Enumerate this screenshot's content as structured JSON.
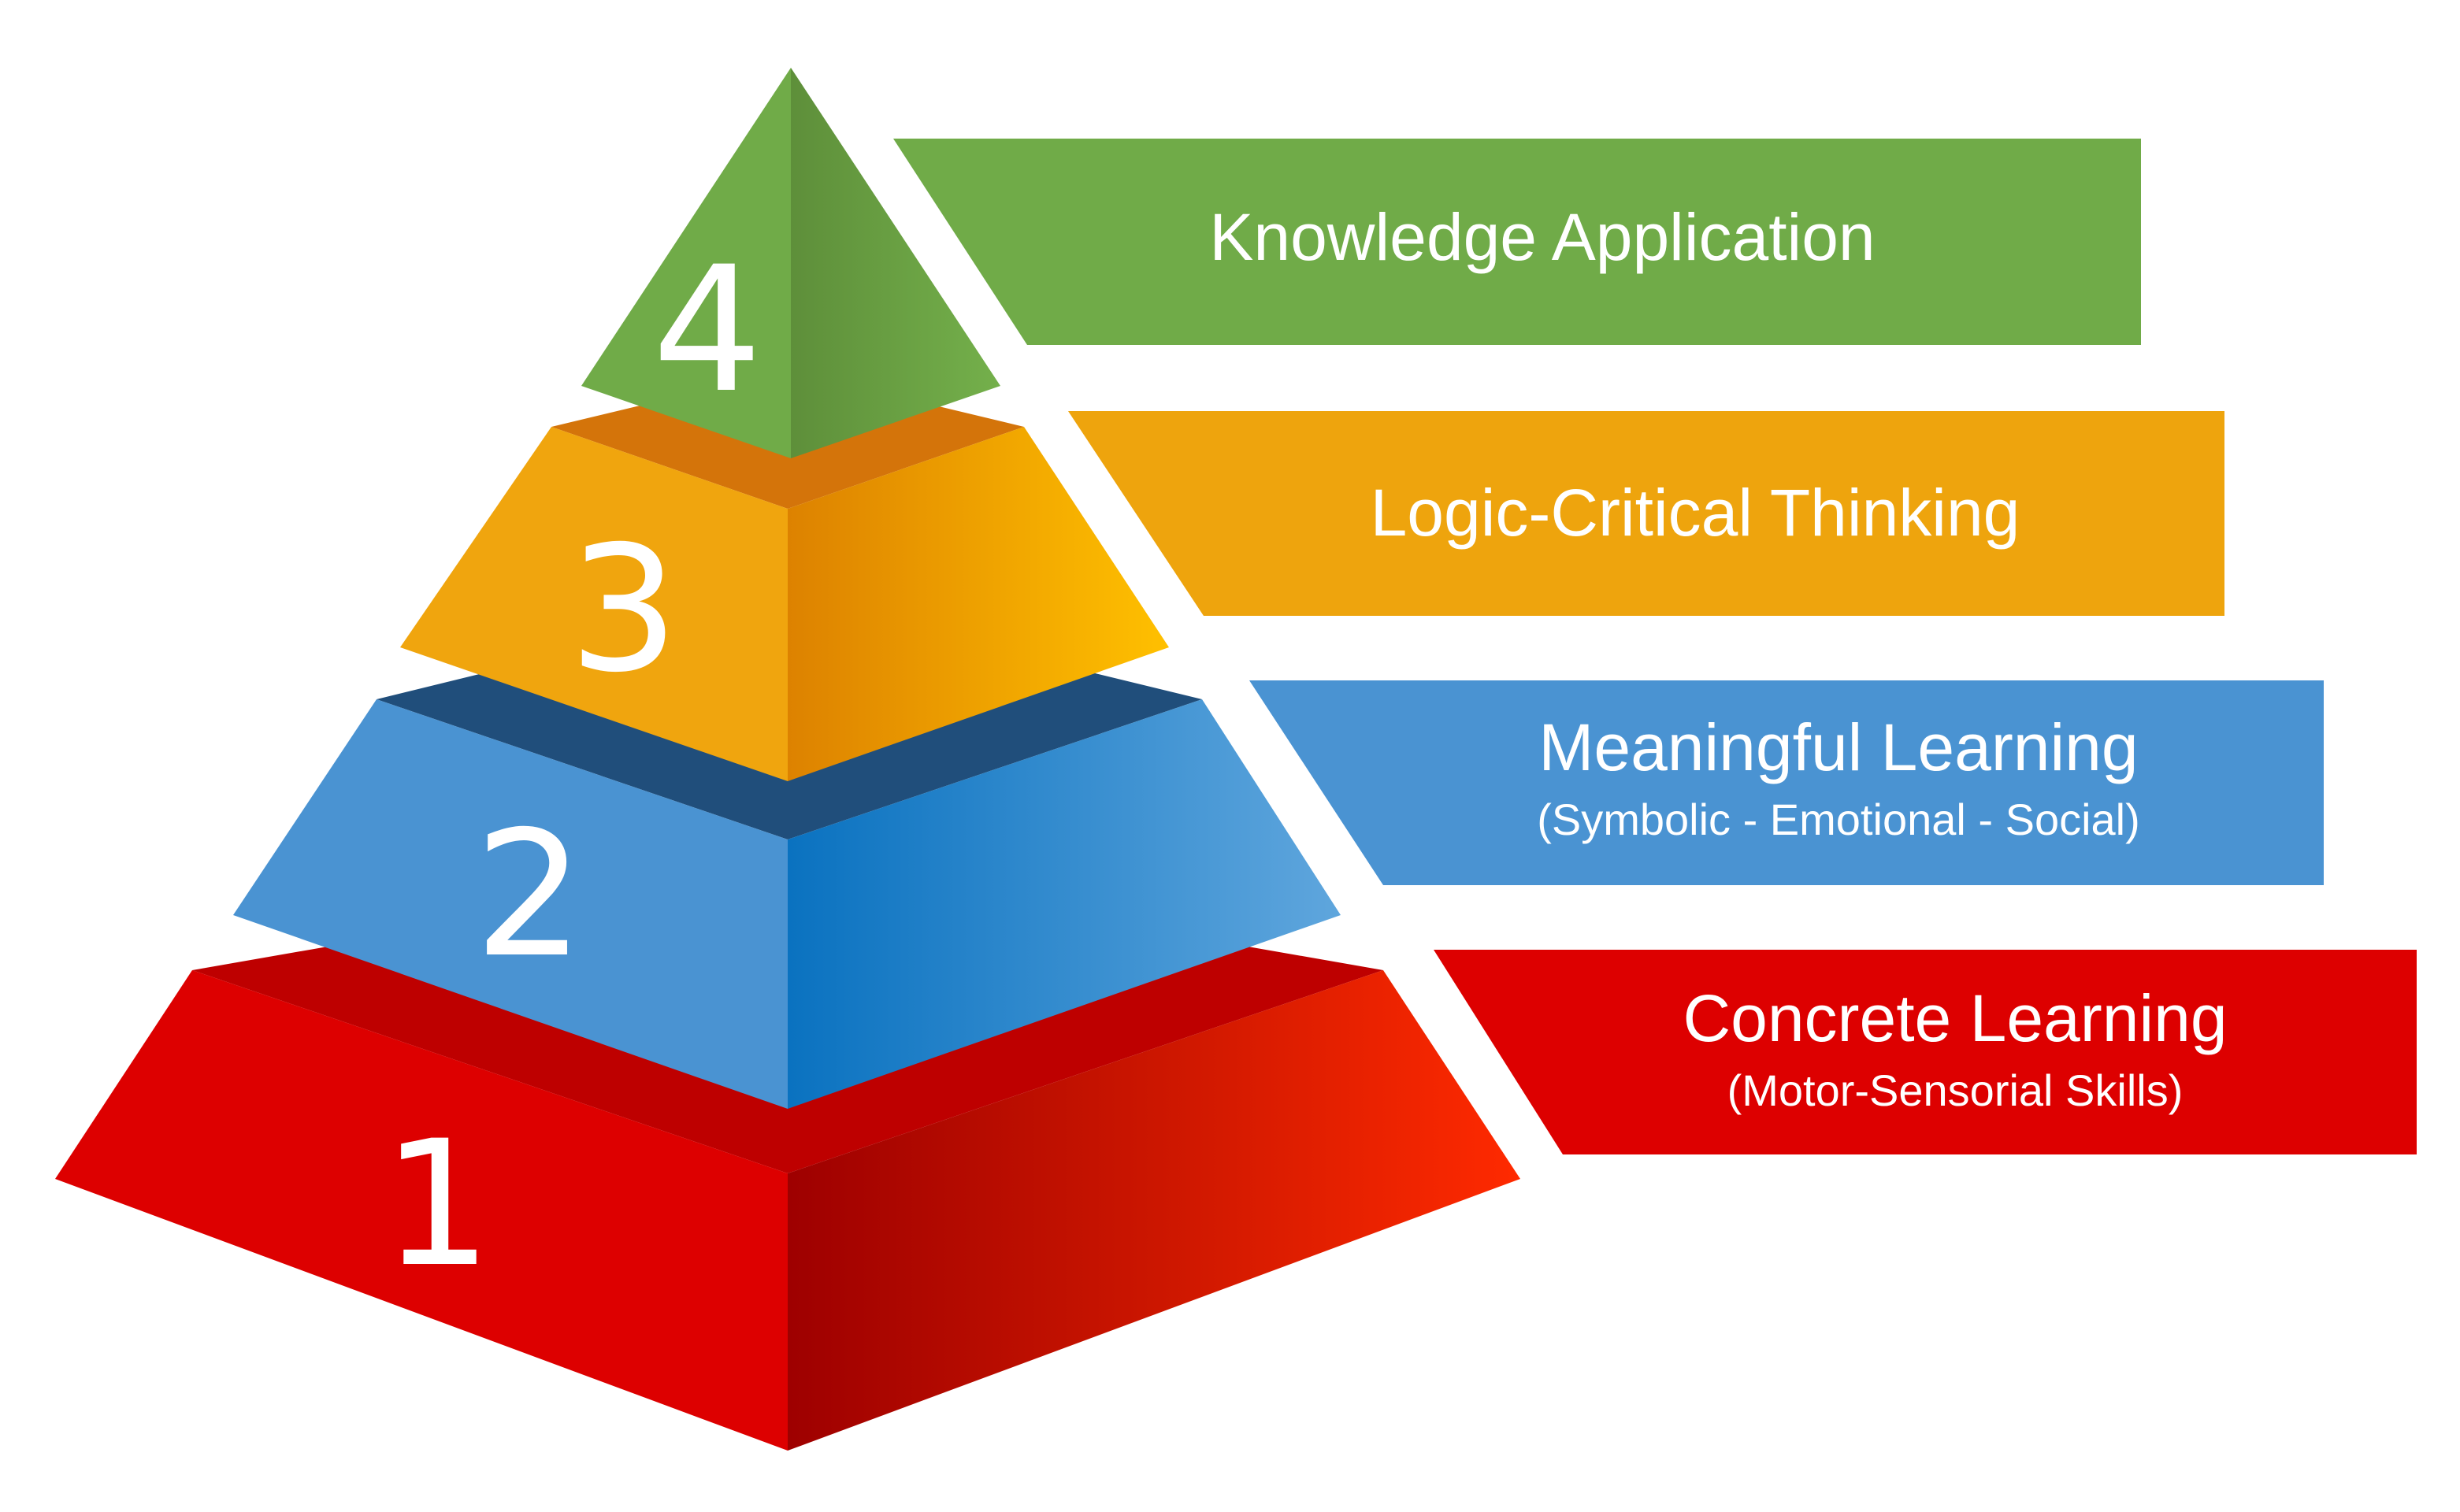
{
  "levels": [
    {
      "number": "1",
      "title": "Concrete Learning",
      "subtitle": "(Motor-Sensorial Skills)",
      "color": "#DD0000"
    },
    {
      "number": "2",
      "title": "Meaningful Learning",
      "subtitle": "(Symbolic - Emotional - Social)",
      "color": "#4A93D2"
    },
    {
      "number": "3",
      "title": "Logic-Critical Thinking",
      "subtitle": "",
      "color": "#EEA40D"
    },
    {
      "number": "4",
      "title": "Knowledge Application",
      "subtitle": "",
      "color": "#70AB48"
    }
  ]
}
